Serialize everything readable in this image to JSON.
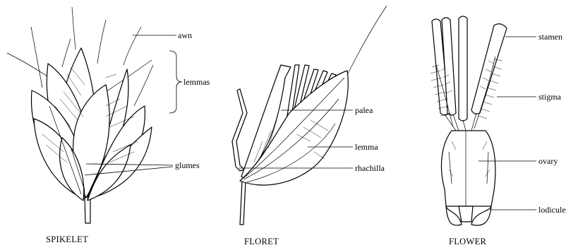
{
  "spikelet": {
    "caption": "SPIKELET",
    "labels": {
      "awn": "awn",
      "lemmas": "lemmas",
      "glumes": "glumes"
    }
  },
  "floret": {
    "caption": "FLORET",
    "labels": {
      "palea": "palea",
      "lemma": "lemma",
      "rhachilla": "rhachilla"
    }
  },
  "flower": {
    "caption": "FLOWER",
    "labels": {
      "stamen": "stamen",
      "stigma": "stigma",
      "ovary": "ovary",
      "lodicule": "lodicule"
    }
  }
}
